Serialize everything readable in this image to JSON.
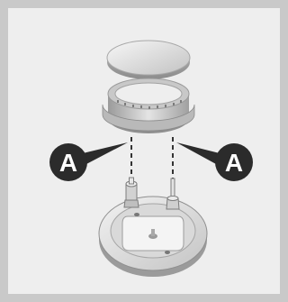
{
  "callouts": [
    {
      "id": "left",
      "letter": "A"
    },
    {
      "id": "right",
      "letter": "A"
    }
  ],
  "parts": [
    "burner-cap",
    "flame-spreader-ring",
    "ignition-electrode",
    "thermocouple",
    "burner-base"
  ],
  "colors": {
    "frame": "#c9c9c9",
    "background": "#eeeeee",
    "metal_light": "#dcdcdc",
    "metal_mid": "#bdbdbd",
    "metal_dark": "#8a8a8a",
    "callout": "#2b2b2b"
  }
}
